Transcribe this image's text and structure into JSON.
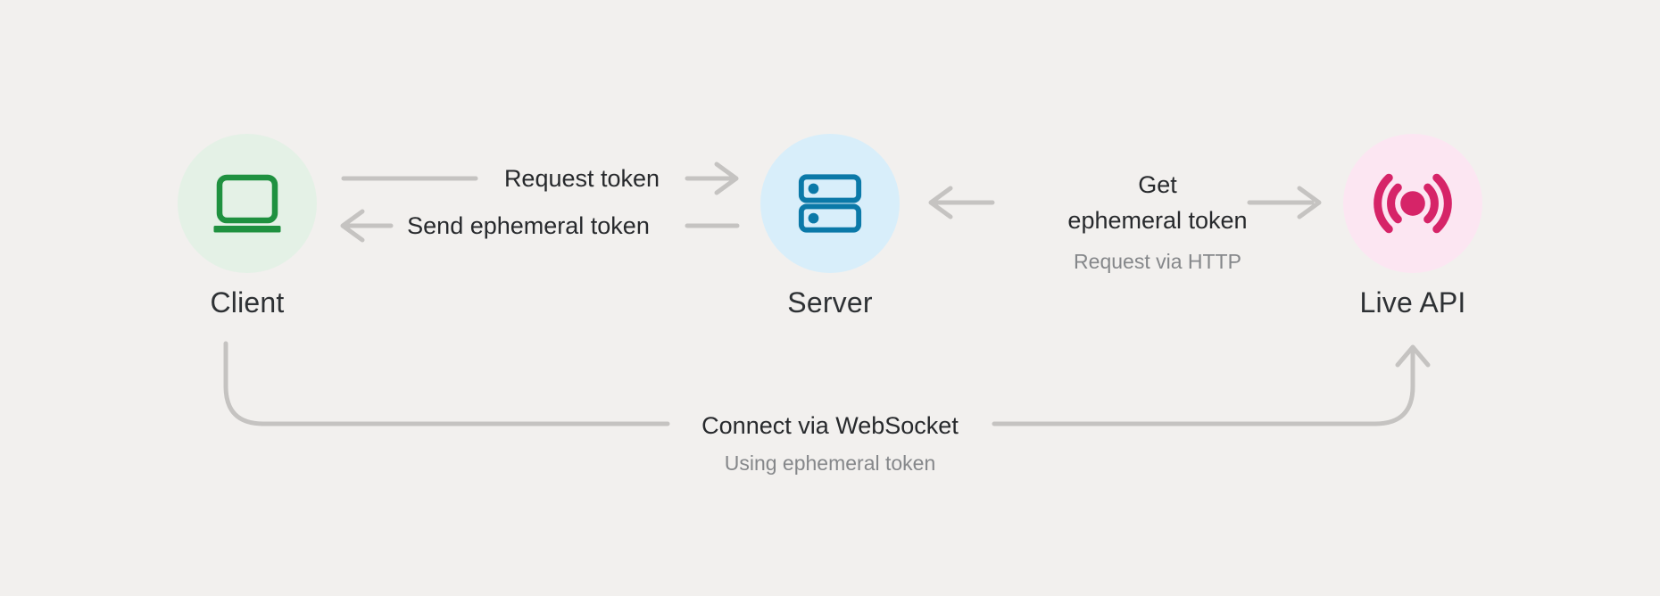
{
  "diagram": {
    "background_color": "#f2f0ee",
    "connector_color": "#c5c3c1",
    "text_color": "#27292c",
    "subtext_color": "#85878a",
    "nodes": [
      {
        "label": "Client",
        "icon": "laptop-icon",
        "circle_color": "#e4f1e6",
        "icon_color": "#1f9140"
      },
      {
        "label": "Server",
        "icon": "server-icon",
        "circle_color": "#d8eefa",
        "icon_color": "#0b79a8"
      },
      {
        "label": "Live API",
        "icon": "broadcast-icon",
        "circle_color": "#fce6f2",
        "icon_color": "#d62468"
      }
    ],
    "edges": {
      "request_token": {
        "label": "Request token",
        "direction": "client-to-server"
      },
      "send_token": {
        "label": "Send ephemeral token",
        "direction": "server-to-client"
      },
      "get_token": {
        "line1": "Get",
        "line2": "ephemeral token",
        "sublabel": "Request via HTTP",
        "direction": "between-server-and-live-api"
      },
      "websocket": {
        "label": "Connect via WebSocket",
        "sublabel": "Using ephemeral token",
        "direction": "client-to-live-api"
      }
    }
  }
}
